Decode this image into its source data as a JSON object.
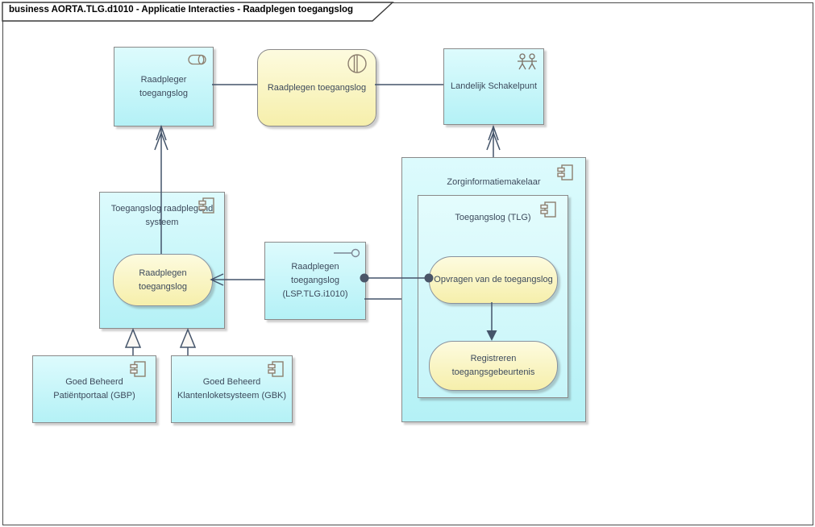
{
  "diagram": {
    "title": "business AORTA.TLG.d1010 - Applicatie Interacties - Raadplegen toegangslog",
    "colors": {
      "node_cyan": "#C3F4F8",
      "node_yellow": "#FAF4BC",
      "node_border": "#8A8A8A",
      "connector": "#44546A",
      "label_text": "#3D4A5C",
      "frame_border": "#4A4A4A"
    },
    "nodes": {
      "raadpleger": {
        "lines": [
          "Raadpleger",
          "toegangslog"
        ],
        "icon": "service-cylinder-icon"
      },
      "interaction": {
        "lines": [
          "Raadplegen toegangslog"
        ],
        "icon": "interaction-icon"
      },
      "landelijk": {
        "lines": [
          "Landelijk Schakelpunt"
        ],
        "icon": "actors-icon"
      },
      "tls_container": {
        "lines": [
          "Toegangslog raadplegend",
          "systeem"
        ],
        "icon": "component-icon"
      },
      "raadplegen_oval": {
        "lines": [
          "Raadplegen",
          "toegangslog"
        ]
      },
      "interface_box": {
        "lines": [
          "Raadplegen",
          "toegangslog",
          "(LSP.TLG.i1010)"
        ],
        "icon": "interface-lollipop-icon"
      },
      "zim_container": {
        "lines": [
          "Zorginformatiemakelaar"
        ],
        "icon": "component-icon"
      },
      "tlg_container": {
        "lines": [
          "Toegangslog (TLG)"
        ],
        "icon": "component-icon"
      },
      "opvragen_oval": {
        "lines": [
          "Opvragen van de toegangslog"
        ]
      },
      "registreren_oval": {
        "lines": [
          "Registreren",
          "toegangsgebeurtenis"
        ]
      },
      "gbp": {
        "lines": [
          "Goed Beheerd",
          "Patiëntportaal (GBP)"
        ],
        "icon": "component-icon"
      },
      "gbk": {
        "lines": [
          "Goed Beheerd",
          "Klantenloketsysteem (GBK)"
        ],
        "icon": "component-icon"
      }
    },
    "edges": [
      {
        "type": "association",
        "from": "Raadpleger toegangslog",
        "to": "Raadplegen toegangslog"
      },
      {
        "type": "association",
        "from": "Raadplegen toegangslog",
        "to": "Landelijk Schakelpunt"
      },
      {
        "type": "assignment-arrow",
        "from": "Raadplegen toegangslog (oval)",
        "to": "Raadpleger toegangslog"
      },
      {
        "type": "assignment-arrow",
        "from": "Zorginformatiemakelaar",
        "to": "Landelijk Schakelpunt"
      },
      {
        "type": "open-arrow",
        "from": "Raadplegen toegangslog (LSP.TLG.i1010)",
        "to": "Raadplegen toegangslog (oval)"
      },
      {
        "type": "ball-connector",
        "from": "Raadplegen toegangslog (LSP.TLG.i1010)",
        "to": "Opvragen van de toegangslog"
      },
      {
        "type": "association",
        "from": "Raadplegen toegangslog (LSP.TLG.i1010)",
        "to": "Zorginformatiemakelaar"
      },
      {
        "type": "flow-arrow",
        "from": "Opvragen van de toegangslog",
        "to": "Registreren toegangsgebeurtenis"
      },
      {
        "type": "generalization",
        "from": "Goed Beheerd Patiëntportaal (GBP)",
        "to": "Toegangslog raadplegend systeem"
      },
      {
        "type": "generalization",
        "from": "Goed Beheerd Klantenloketsysteem (GBK)",
        "to": "Toegangslog raadplegend systeem"
      }
    ]
  }
}
